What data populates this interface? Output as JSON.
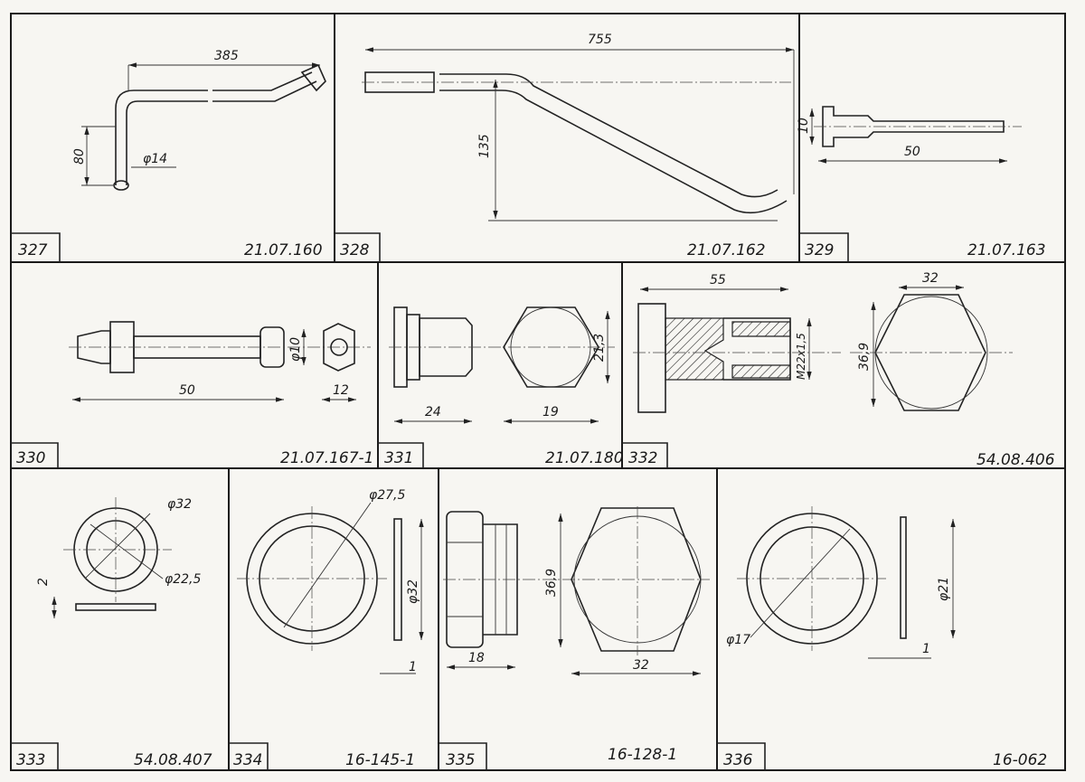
{
  "sheet": {
    "cells": [
      {
        "number": "327",
        "code": "21.07.160",
        "dims": [
          "385",
          "80",
          "φ14"
        ]
      },
      {
        "number": "328",
        "code": "21.07.162",
        "dims": [
          "755",
          "135"
        ]
      },
      {
        "number": "329",
        "code": "21.07.163",
        "dims": [
          "10",
          "50"
        ]
      },
      {
        "number": "330",
        "code": "21.07.167-1",
        "dims": [
          "50",
          "φ10",
          "12"
        ]
      },
      {
        "number": "331",
        "code": "21.07.180",
        "dims": [
          "24",
          "19",
          "21,3"
        ]
      },
      {
        "number": "332",
        "code": "54.08.406",
        "dims": [
          "55",
          "M22x1,5",
          "32",
          "36,9"
        ]
      },
      {
        "number": "333",
        "code": "54.08.407",
        "dims": [
          "φ32",
          "φ22,5",
          "2"
        ]
      },
      {
        "number": "334",
        "code": "16-145-1",
        "dims": [
          "φ27,5",
          "φ32",
          "1"
        ]
      },
      {
        "number": "335",
        "code": "16-128-1",
        "dims": [
          "36,9",
          "18",
          "32"
        ]
      },
      {
        "number": "336",
        "code": "16-062",
        "dims": [
          "φ21",
          "φ17",
          "1"
        ]
      }
    ]
  }
}
